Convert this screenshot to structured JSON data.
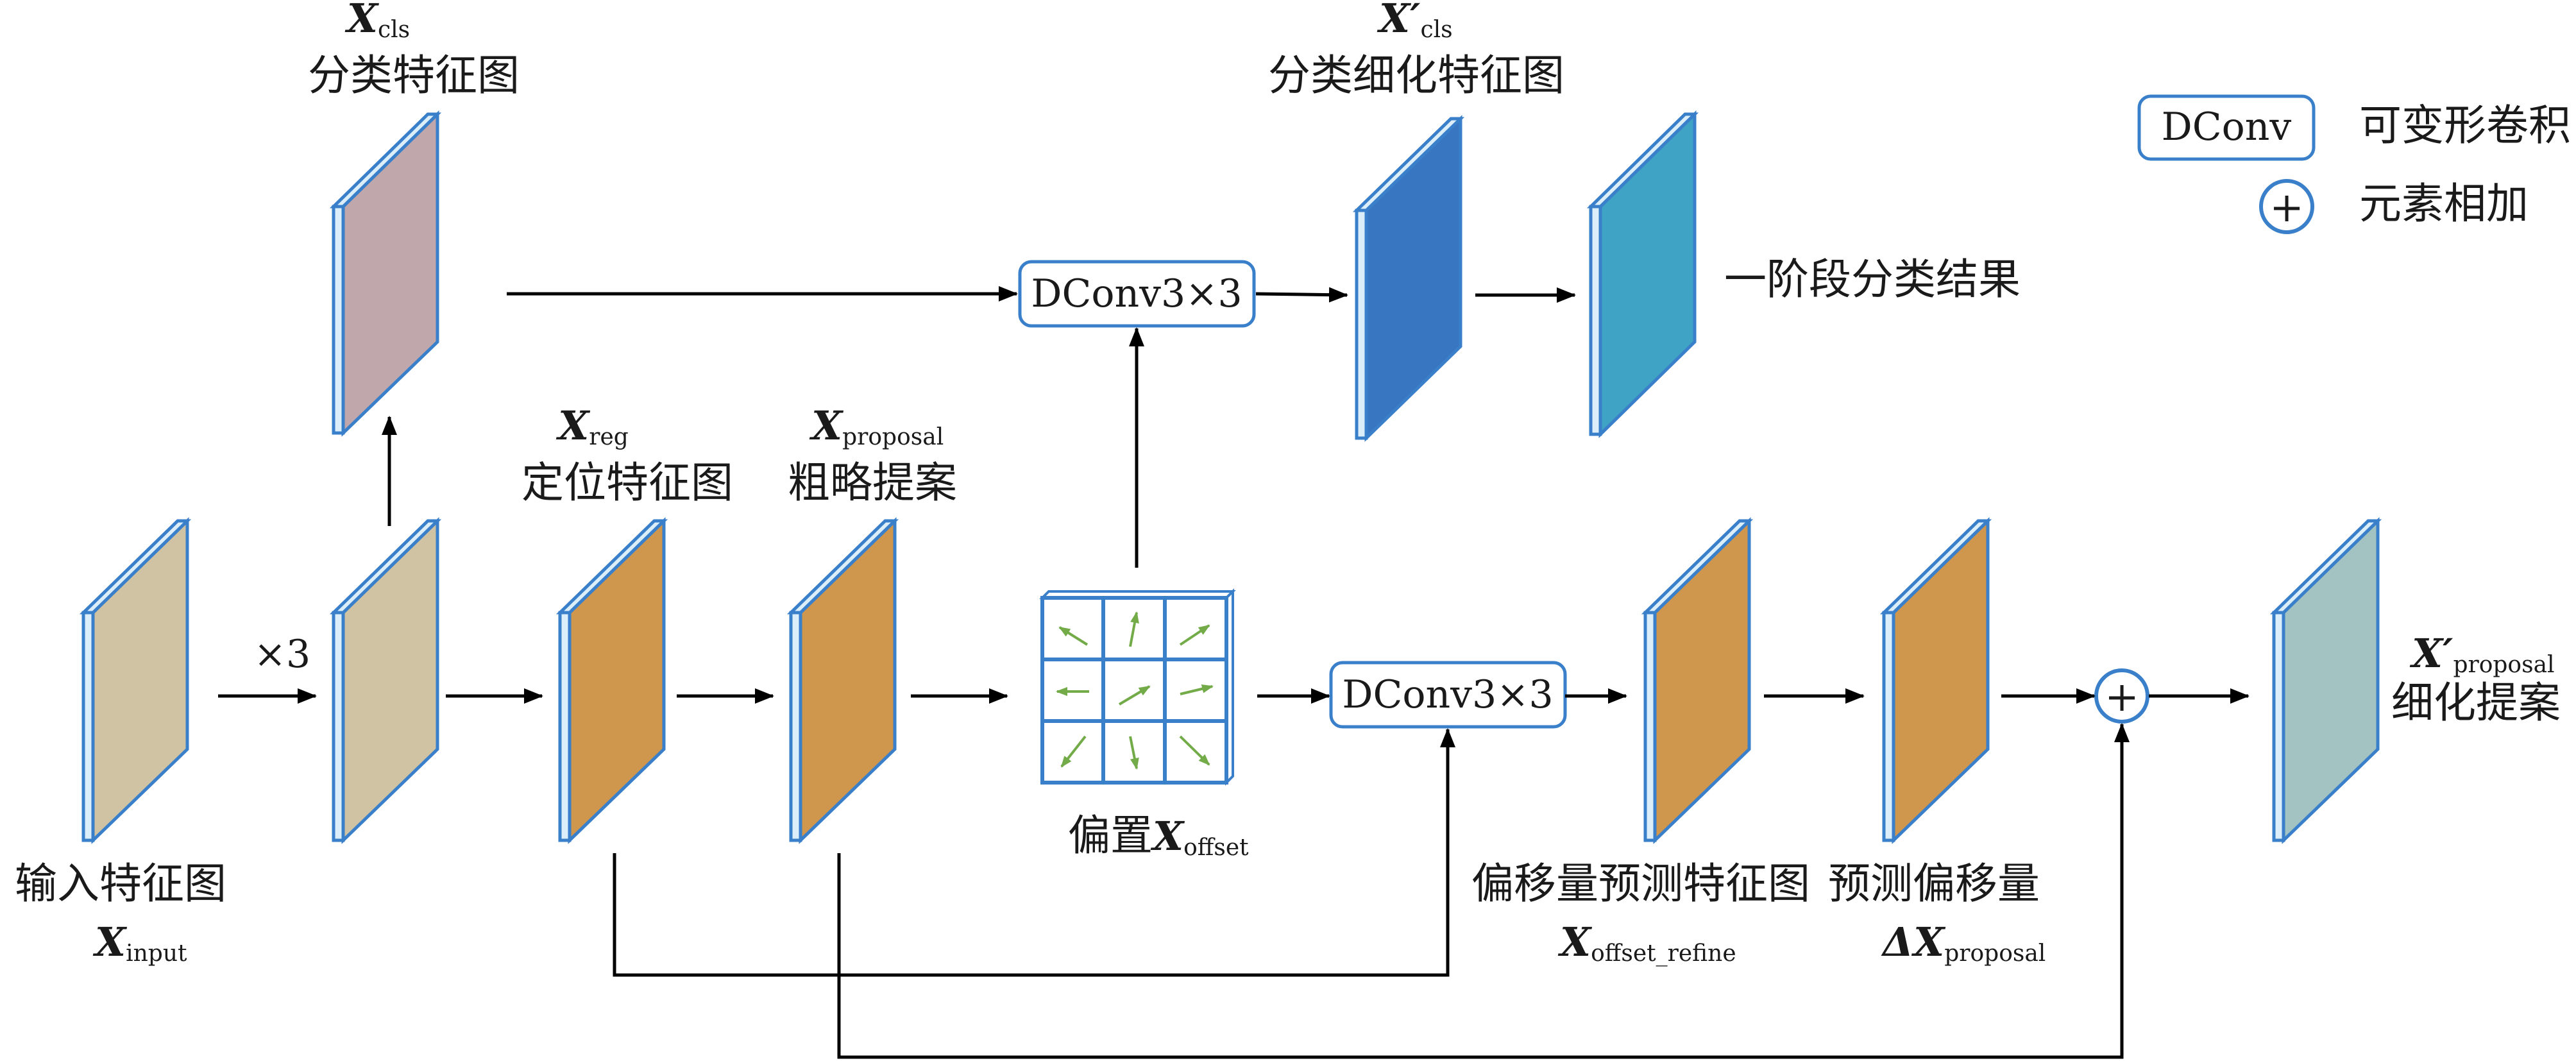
{
  "colors": {
    "tan": "#cfc3a4",
    "mauve": "#bfa7ab",
    "orange": "#cf964e",
    "blue_dark": "#3976c2",
    "teal": "#3ea3c4",
    "grayteal": "#a3c3c3",
    "edge": "#3a7fc9",
    "side_light": "#dbeefa",
    "arrow_green": "#72ab48",
    "line": "#000000"
  },
  "legend": {
    "dconv_box": "DConv",
    "dconv_desc": "可变形卷积",
    "plus_symbol": "+",
    "plus_desc": "元素相加"
  },
  "labels": {
    "input_cn": "输入特征图",
    "input_var": "X",
    "input_sub": "input",
    "times3": "×3",
    "cls_var": "X",
    "cls_sub": "cls",
    "cls_cn": "分类特征图",
    "reg_var": "X",
    "reg_sub": "reg",
    "reg_cn": "定位特征图",
    "proposal_var": "X",
    "proposal_sub": "proposal",
    "proposal_cn": "粗略提案",
    "offset_cn": "偏置",
    "offset_var": "X",
    "offset_sub": "offset",
    "dconv_top": "DConv3×3",
    "dconv_bottom": "DConv3×3",
    "cls_refined_var": "X′",
    "cls_refined_sub": "cls",
    "cls_refined_cn": "分类细化特征图",
    "stage1_result_cn": "一阶段分类结果",
    "offset_pred_cn": "偏移量预测特征图",
    "offset_refine_var": "X",
    "offset_refine_sub": "offset_refine",
    "pred_offset_cn": "预测偏移量",
    "delta_var": "ΔX",
    "delta_sub": "proposal",
    "refined_var": "X′",
    "refined_sub": "proposal",
    "refined_cn": "细化提案"
  }
}
